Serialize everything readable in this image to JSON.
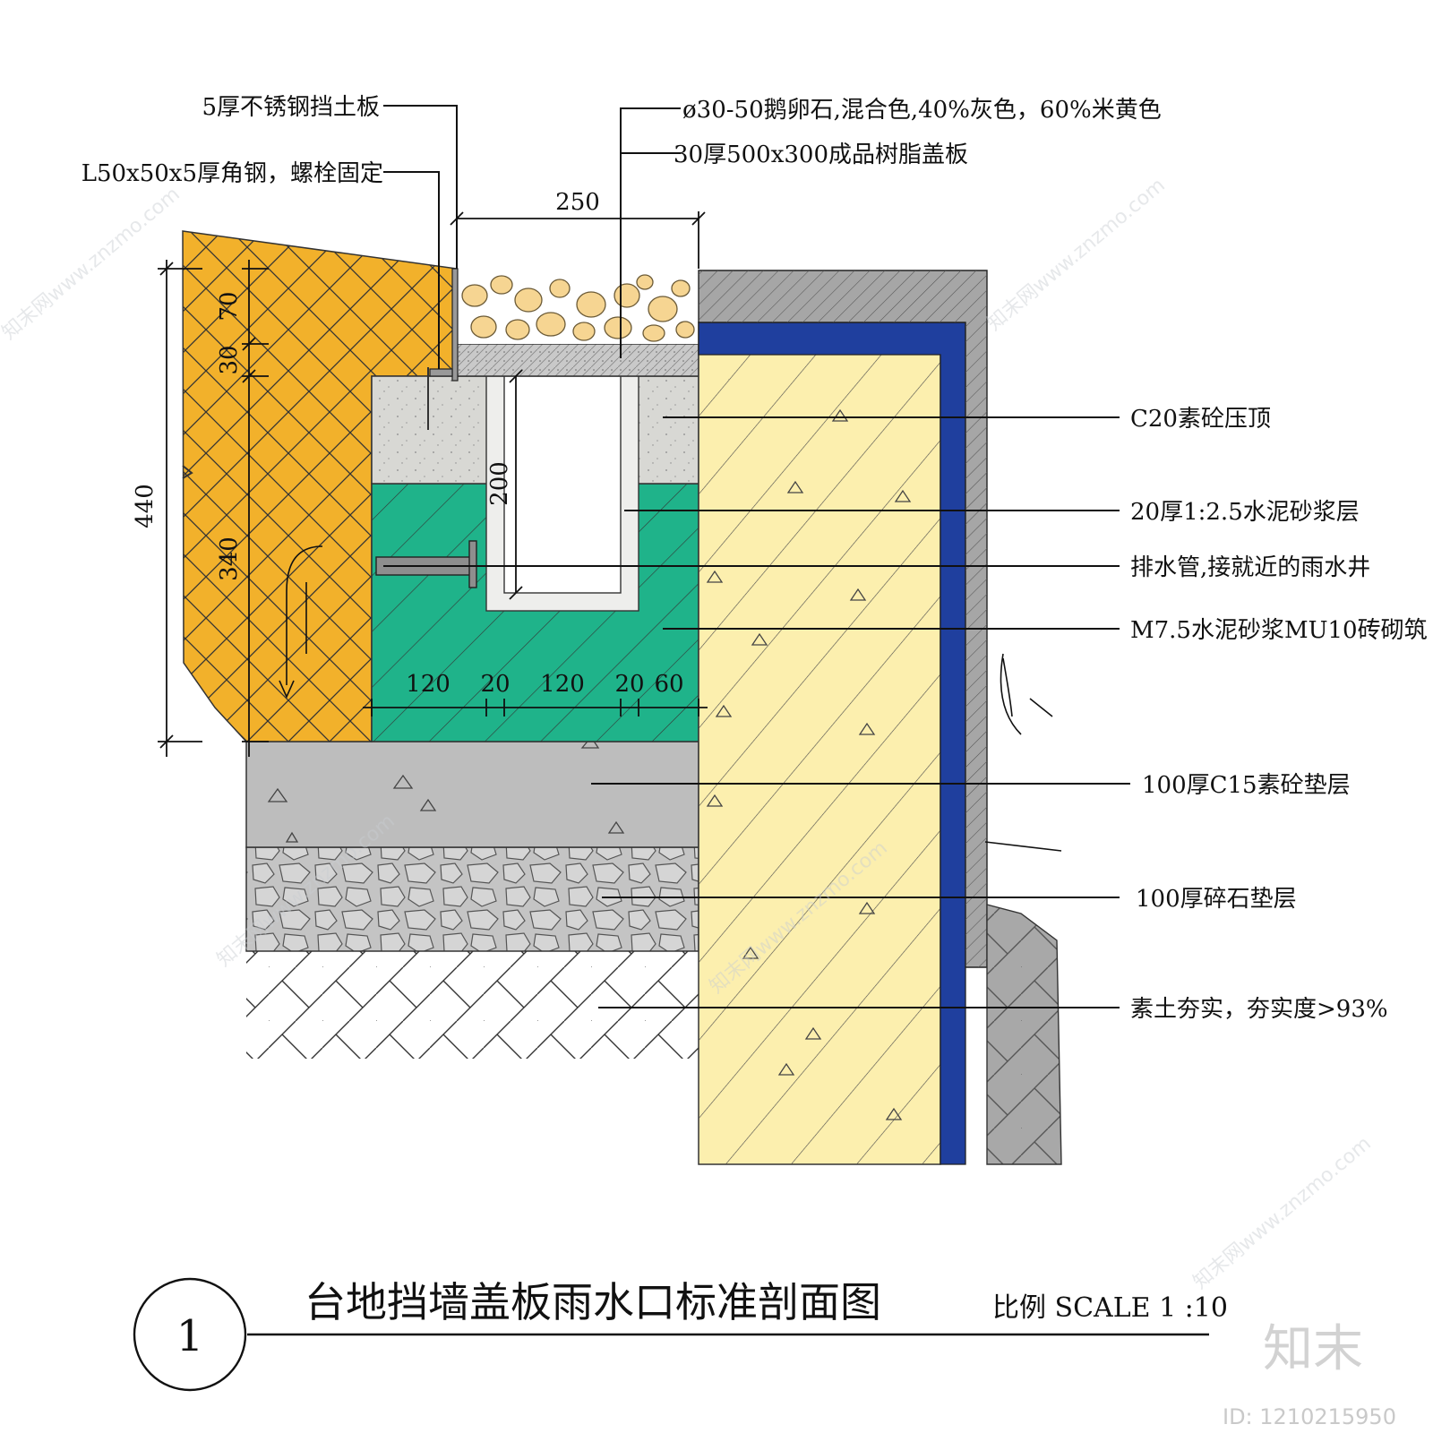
{
  "drawing": {
    "title": "台地挡墙盖板雨水口标准剖面图",
    "scale_label": "比例 SCALE 1 :10",
    "number": "1"
  },
  "callouts": {
    "steel_plate": "5厚不锈钢挡土板",
    "angle_steel": "L50x50x5厚角钢，螺栓固定",
    "pebbles": "ø30-50鹅卵石,混合色,40%灰色，60%米黄色",
    "resin_cover": "30厚500x300成品树脂盖板",
    "coping": "C20素砼压顶",
    "mortar": "20厚1:2.5水泥砂浆层",
    "drain_pipe": "排水管,接就近的雨水井",
    "brick": "M7.5水泥砂浆MU10砖砌筑",
    "concrete_base": "100厚C15素砼垫层",
    "gravel_base": "100厚碎石垫层",
    "soil": "素土夯实，夯实度>93%"
  },
  "dimensions": {
    "top_width": "250",
    "total_height": "440",
    "h1": "70",
    "h2": "30",
    "h3": "340",
    "inner_depth": "200",
    "w1": "120",
    "w2": "20",
    "w3": "120",
    "w4": "20",
    "w5": "60"
  },
  "watermark": {
    "site": "知末网www.znzmo.com",
    "brand": "知末",
    "id": "ID: 1210215950"
  },
  "colors": {
    "soil_orange": "#f2b12b",
    "brick_green": "#1fb38a",
    "wall_yellow": "#fcefae",
    "waterproof_blue": "#1f3f9e",
    "concrete_grey": "#bdbdbd",
    "coping_light": "#dcdcd4"
  }
}
